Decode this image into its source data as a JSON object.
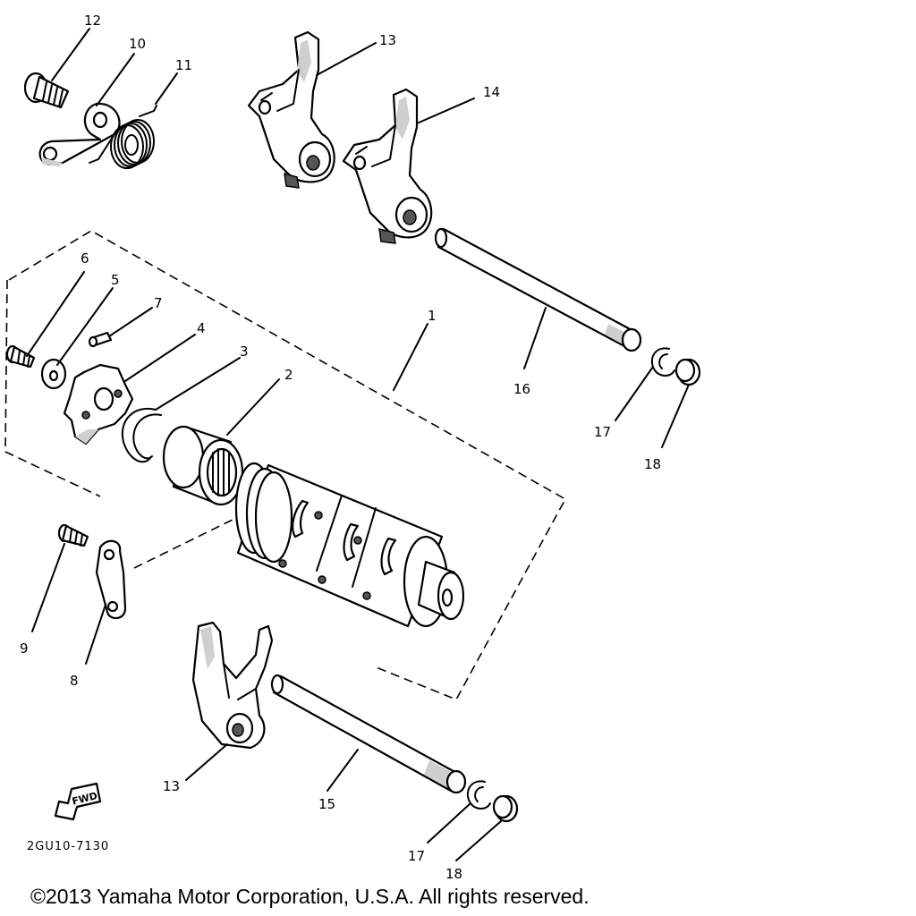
{
  "labels": {
    "p1": "1",
    "p2": "2",
    "p3": "3",
    "p4": "4",
    "p5": "5",
    "p6": "6",
    "p7": "7",
    "p8": "8",
    "p9": "9",
    "p10": "10",
    "p11": "11",
    "p12": "12",
    "p13a": "13",
    "p13b": "13",
    "p14": "14",
    "p15": "15",
    "p16": "16",
    "p17a": "17",
    "p17b": "17",
    "p18a": "18",
    "p18b": "18"
  },
  "fwd_badge": "FWD",
  "diagram_code": "2GU10-7130",
  "copyright": "©2013 Yamaha Motor Corporation, U.S.A. All rights reserved."
}
